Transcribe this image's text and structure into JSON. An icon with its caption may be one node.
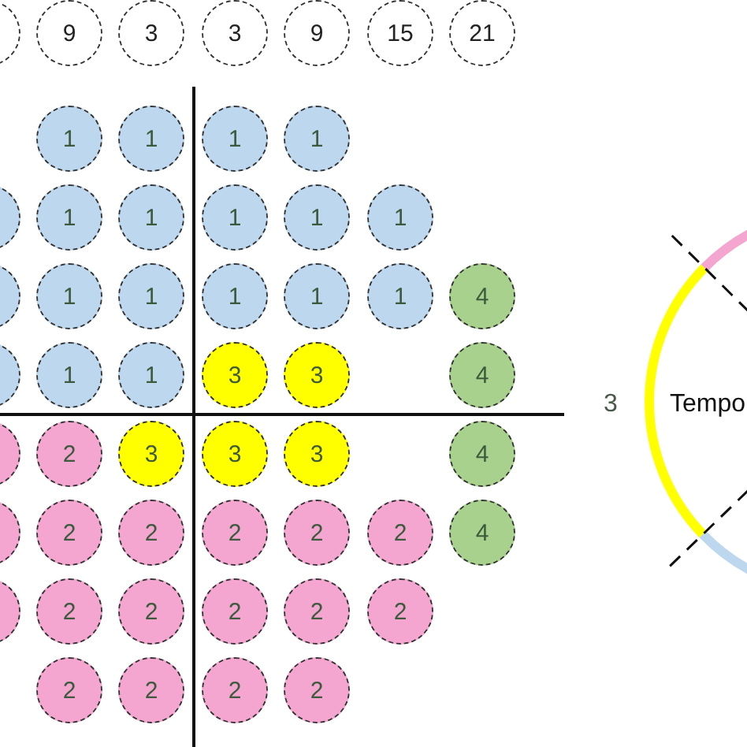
{
  "diagram": {
    "nodes": [
      {
        "text": [],
        "shape": "circle"
      },
      {
        "text": [
          "9"
        ]
      },
      {
        "text": [
          "3"
        ]
      },
      {
        "text": [
          "3"
        ]
      },
      {
        "text": [
          "9"
        ]
      },
      {
        "text": [
          "15"
        ]
      },
      {
        "text": [
          "21"
        ]
      },
      {
        "text": [
          "1"
        ]
      },
      {
        "text": [
          "1"
        ]
      },
      {
        "text": [
          "1"
        ]
      },
      {
        "text": [
          "1"
        ]
      },
      {
        "text": [],
        "shape": "circle"
      },
      {
        "text": [
          "1"
        ]
      },
      {
        "text": [
          "1"
        ]
      },
      {
        "text": [
          "1"
        ]
      },
      {
        "text": [
          "1"
        ]
      },
      {
        "text": [
          "1"
        ]
      },
      {
        "text": [],
        "shape": "circle"
      },
      {
        "text": [
          "1"
        ]
      },
      {
        "text": [
          "1"
        ]
      },
      {
        "text": [
          "1"
        ]
      },
      {
        "text": [
          "1"
        ]
      },
      {
        "text": [
          "1"
        ]
      },
      {
        "text": [
          "4"
        ]
      },
      {
        "text": [],
        "shape": "circle"
      },
      {
        "text": [
          "1"
        ]
      },
      {
        "text": [
          "1"
        ]
      },
      {
        "text": [
          "3"
        ]
      },
      {
        "text": [
          "3"
        ]
      },
      {
        "text": [
          "4"
        ]
      },
      {
        "text": [],
        "shape": "circle"
      },
      {
        "text": [
          "2"
        ]
      },
      {
        "text": [
          "3"
        ]
      },
      {
        "text": [
          "3"
        ]
      },
      {
        "text": [
          "3"
        ]
      },
      {
        "text": [
          "4"
        ]
      },
      {
        "text": [],
        "shape": "circle"
      },
      {
        "text": [
          "2"
        ]
      },
      {
        "text": [
          "2"
        ]
      },
      {
        "text": [
          "2"
        ]
      },
      {
        "text": [
          "2"
        ]
      },
      {
        "text": [
          "2"
        ]
      },
      {
        "text": [
          "4"
        ]
      },
      {
        "text": [],
        "shape": "circle"
      },
      {
        "text": [
          "2"
        ]
      },
      {
        "text": [
          "2"
        ]
      },
      {
        "text": [
          "2"
        ]
      },
      {
        "text": [
          "2"
        ]
      },
      {
        "text": [
          "2"
        ]
      },
      {
        "text": [
          "2"
        ]
      },
      {
        "text": [
          "2"
        ]
      },
      {
        "text": [
          "2"
        ]
      },
      {
        "text": [
          "2"
        ]
      }
    ],
    "labels": [
      "3",
      "Tempo"
    ]
  }
}
